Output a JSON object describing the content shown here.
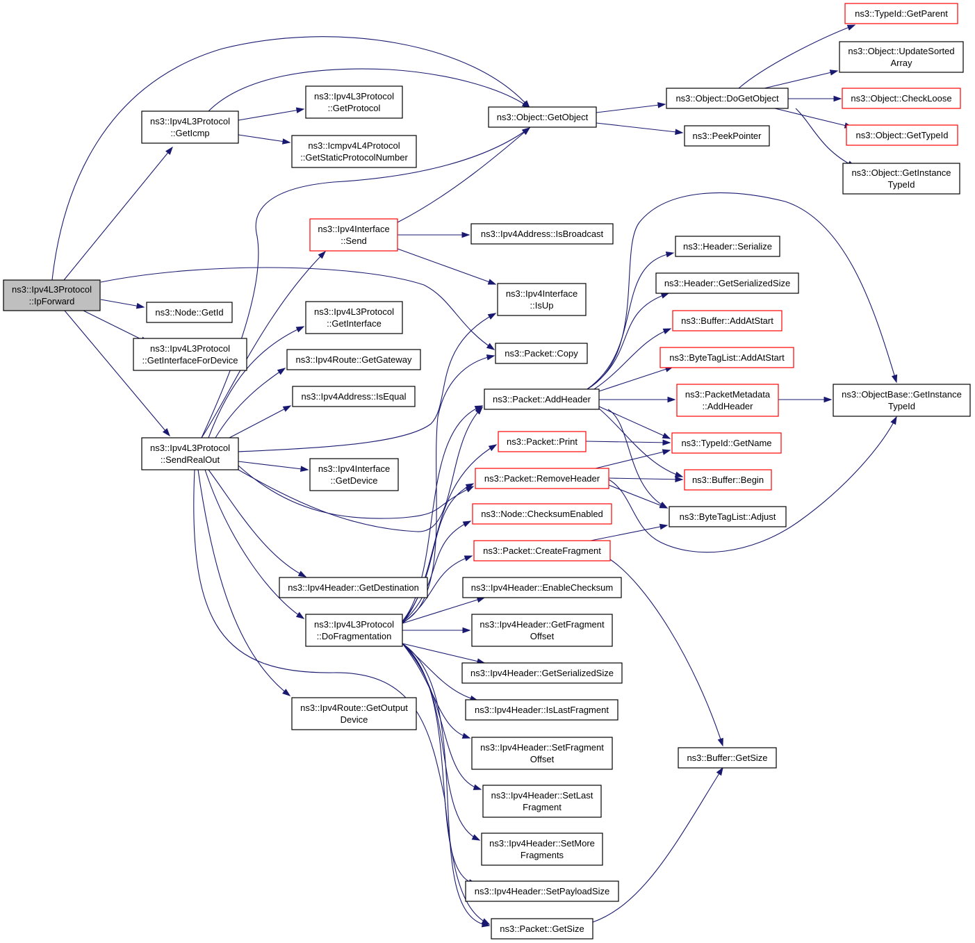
{
  "colors": {
    "edge": "#191970",
    "normal_border": "#000000",
    "truncated_border": "#ff0000",
    "focus_fill": "#bfbfbf",
    "node_fill": "#ffffff"
  },
  "nodes": [
    {
      "id": "ipforward",
      "lines": [
        "ns3::Ipv4L3Protocol",
        "::IpForward"
      ],
      "style": "focus"
    },
    {
      "id": "geticmp",
      "lines": [
        "ns3::Ipv4L3Protocol",
        "::GetIcmp"
      ],
      "style": "normal"
    },
    {
      "id": "getprotocol",
      "lines": [
        "ns3::Ipv4L3Protocol",
        "::GetProtocol"
      ],
      "style": "normal"
    },
    {
      "id": "icmpstatic",
      "lines": [
        "ns3::Icmpv4L4Protocol",
        "::GetStaticProtocolNumber"
      ],
      "style": "normal"
    },
    {
      "id": "getobject",
      "lines": [
        "ns3::Object::GetObject"
      ],
      "style": "normal"
    },
    {
      "id": "dogetobject",
      "lines": [
        "ns3::Object::DoGetObject"
      ],
      "style": "normal"
    },
    {
      "id": "getparent",
      "lines": [
        "ns3::TypeId::GetParent"
      ],
      "style": "truncated"
    },
    {
      "id": "updatesorted",
      "lines": [
        "ns3::Object::UpdateSorted",
        "Array"
      ],
      "style": "normal"
    },
    {
      "id": "checkloose",
      "lines": [
        "ns3::Object::CheckLoose"
      ],
      "style": "truncated"
    },
    {
      "id": "gettypeid",
      "lines": [
        "ns3::Object::GetTypeId"
      ],
      "style": "truncated"
    },
    {
      "id": "getinstancetypeid",
      "lines": [
        "ns3::Object::GetInstance",
        "TypeId"
      ],
      "style": "normal"
    },
    {
      "id": "peekpointer",
      "lines": [
        "ns3::PeekPointer"
      ],
      "style": "normal"
    },
    {
      "id": "ifsend",
      "lines": [
        "ns3::Ipv4Interface",
        "::Send"
      ],
      "style": "truncated"
    },
    {
      "id": "isbroadcast",
      "lines": [
        "ns3::Ipv4Address::IsBroadcast"
      ],
      "style": "normal"
    },
    {
      "id": "isup",
      "lines": [
        "ns3::Ipv4Interface",
        "::IsUp"
      ],
      "style": "normal"
    },
    {
      "id": "nodegetid",
      "lines": [
        "ns3::Node::GetId"
      ],
      "style": "normal"
    },
    {
      "id": "getinterface",
      "lines": [
        "ns3::Ipv4L3Protocol",
        "::GetInterface"
      ],
      "style": "normal"
    },
    {
      "id": "getifdevice",
      "lines": [
        "ns3::Ipv4L3Protocol",
        "::GetInterfaceForDevice"
      ],
      "style": "normal"
    },
    {
      "id": "getgateway",
      "lines": [
        "ns3::Ipv4Route::GetGateway"
      ],
      "style": "normal"
    },
    {
      "id": "isequal",
      "lines": [
        "ns3::Ipv4Address::IsEqual"
      ],
      "style": "normal"
    },
    {
      "id": "sendrealout",
      "lines": [
        "ns3::Ipv4L3Protocol",
        "::SendRealOut"
      ],
      "style": "normal"
    },
    {
      "id": "ifgetdevice",
      "lines": [
        "ns3::Ipv4Interface",
        "::GetDevice"
      ],
      "style": "normal"
    },
    {
      "id": "getdestination",
      "lines": [
        "ns3::Ipv4Header::GetDestination"
      ],
      "style": "normal"
    },
    {
      "id": "dofrag",
      "lines": [
        "ns3::Ipv4L3Protocol",
        "::DoFragmentation"
      ],
      "style": "normal"
    },
    {
      "id": "getoutputdevice",
      "lines": [
        "ns3::Ipv4Route::GetOutput",
        "Device"
      ],
      "style": "normal"
    },
    {
      "id": "packetcopy",
      "lines": [
        "ns3::Packet::Copy"
      ],
      "style": "normal"
    },
    {
      "id": "addheader",
      "lines": [
        "ns3::Packet::AddHeader"
      ],
      "style": "normal"
    },
    {
      "id": "print",
      "lines": [
        "ns3::Packet::Print"
      ],
      "style": "truncated"
    },
    {
      "id": "removeheader",
      "lines": [
        "ns3::Packet::RemoveHeader"
      ],
      "style": "truncated"
    },
    {
      "id": "checksumenabled",
      "lines": [
        "ns3::Node::ChecksumEnabled"
      ],
      "style": "truncated"
    },
    {
      "id": "createfragment",
      "lines": [
        "ns3::Packet::CreateFragment"
      ],
      "style": "truncated"
    },
    {
      "id": "enablechecksum",
      "lines": [
        "ns3::Ipv4Header::EnableChecksum"
      ],
      "style": "normal"
    },
    {
      "id": "getfragoffset",
      "lines": [
        "ns3::Ipv4Header::GetFragment",
        "Offset"
      ],
      "style": "normal"
    },
    {
      "id": "getserialized4",
      "lines": [
        "ns3::Ipv4Header::GetSerializedSize"
      ],
      "style": "normal"
    },
    {
      "id": "islastfrag",
      "lines": [
        "ns3::Ipv4Header::IsLastFragment"
      ],
      "style": "normal"
    },
    {
      "id": "setfragoffset",
      "lines": [
        "ns3::Ipv4Header::SetFragment",
        "Offset"
      ],
      "style": "normal"
    },
    {
      "id": "setlastfrag",
      "lines": [
        "ns3::Ipv4Header::SetLast",
        "Fragment"
      ],
      "style": "normal"
    },
    {
      "id": "setmorefrag",
      "lines": [
        "ns3::Ipv4Header::SetMore",
        "Fragments"
      ],
      "style": "normal"
    },
    {
      "id": "setpayload",
      "lines": [
        "ns3::Ipv4Header::SetPayloadSize"
      ],
      "style": "normal"
    },
    {
      "id": "packetgetsize",
      "lines": [
        "ns3::Packet::GetSize"
      ],
      "style": "normal"
    },
    {
      "id": "hserialize",
      "lines": [
        "ns3::Header::Serialize"
      ],
      "style": "normal"
    },
    {
      "id": "hgetserialized",
      "lines": [
        "ns3::Header::GetSerializedSize"
      ],
      "style": "normal"
    },
    {
      "id": "addatstart",
      "lines": [
        "ns3::Buffer::AddAtStart"
      ],
      "style": "truncated"
    },
    {
      "id": "btladdatstart",
      "lines": [
        "ns3::ByteTagList::AddAtStart"
      ],
      "style": "truncated"
    },
    {
      "id": "pmaddheader",
      "lines": [
        "ns3::PacketMetadata",
        "::AddHeader"
      ],
      "style": "truncated"
    },
    {
      "id": "typeidgetname",
      "lines": [
        "ns3::TypeId::GetName"
      ],
      "style": "truncated"
    },
    {
      "id": "bufferbegin",
      "lines": [
        "ns3::Buffer::Begin"
      ],
      "style": "truncated"
    },
    {
      "id": "btladjust",
      "lines": [
        "ns3::ByteTagList::Adjust"
      ],
      "style": "normal"
    },
    {
      "id": "objbasegetinst",
      "lines": [
        "ns3::ObjectBase::GetInstance",
        "TypeId"
      ],
      "style": "normal"
    },
    {
      "id": "buffergetsize",
      "lines": [
        "ns3::Buffer::GetSize"
      ],
      "style": "normal"
    }
  ],
  "edges": [
    [
      "ipforward",
      "geticmp"
    ],
    [
      "ipforward",
      "getobject"
    ],
    [
      "ipforward",
      "packetcopy"
    ],
    [
      "ipforward",
      "nodegetid"
    ],
    [
      "ipforward",
      "getifdevice"
    ],
    [
      "ipforward",
      "sendrealout"
    ],
    [
      "geticmp",
      "getobject"
    ],
    [
      "geticmp",
      "getprotocol"
    ],
    [
      "geticmp",
      "icmpstatic"
    ],
    [
      "getobject",
      "dogetobject"
    ],
    [
      "getobject",
      "peekpointer"
    ],
    [
      "dogetobject",
      "getparent"
    ],
    [
      "dogetobject",
      "updatesorted"
    ],
    [
      "dogetobject",
      "checkloose"
    ],
    [
      "dogetobject",
      "gettypeid"
    ],
    [
      "dogetobject",
      "getinstancetypeid"
    ],
    [
      "ifsend",
      "getobject"
    ],
    [
      "ifsend",
      "isbroadcast"
    ],
    [
      "ifsend",
      "isup"
    ],
    [
      "sendrealout",
      "getobject"
    ],
    [
      "sendrealout",
      "ifsend"
    ],
    [
      "sendrealout",
      "getinterface"
    ],
    [
      "sendrealout",
      "getgateway"
    ],
    [
      "sendrealout",
      "isequal"
    ],
    [
      "sendrealout",
      "isup"
    ],
    [
      "sendrealout",
      "ifgetdevice"
    ],
    [
      "sendrealout",
      "addheader"
    ],
    [
      "sendrealout",
      "removeheader"
    ],
    [
      "sendrealout",
      "getdestination"
    ],
    [
      "sendrealout",
      "dofrag"
    ],
    [
      "sendrealout",
      "getoutputdevice"
    ],
    [
      "sendrealout",
      "packetgetsize"
    ],
    [
      "dofrag",
      "packetcopy"
    ],
    [
      "dofrag",
      "addheader"
    ],
    [
      "dofrag",
      "print"
    ],
    [
      "dofrag",
      "removeheader"
    ],
    [
      "dofrag",
      "checksumenabled"
    ],
    [
      "dofrag",
      "createfragment"
    ],
    [
      "dofrag",
      "enablechecksum"
    ],
    [
      "dofrag",
      "getfragoffset"
    ],
    [
      "dofrag",
      "getserialized4"
    ],
    [
      "dofrag",
      "islastfrag"
    ],
    [
      "dofrag",
      "setfragoffset"
    ],
    [
      "dofrag",
      "setlastfrag"
    ],
    [
      "dofrag",
      "setmorefrag"
    ],
    [
      "dofrag",
      "setpayload"
    ],
    [
      "dofrag",
      "packetgetsize"
    ],
    [
      "addheader",
      "hserialize"
    ],
    [
      "addheader",
      "hgetserialized"
    ],
    [
      "addheader",
      "addatstart"
    ],
    [
      "addheader",
      "btladdatstart"
    ],
    [
      "addheader",
      "pmaddheader"
    ],
    [
      "addheader",
      "typeidgetname"
    ],
    [
      "addheader",
      "bufferbegin"
    ],
    [
      "addheader",
      "btladjust"
    ],
    [
      "addheader",
      "objbasegetinst"
    ],
    [
      "print",
      "typeidgetname"
    ],
    [
      "removeheader",
      "typeidgetname"
    ],
    [
      "removeheader",
      "bufferbegin"
    ],
    [
      "removeheader",
      "btladjust"
    ],
    [
      "removeheader",
      "objbasegetinst"
    ],
    [
      "createfragment",
      "btladjust"
    ],
    [
      "createfragment",
      "buffergetsize"
    ],
    [
      "pmaddheader",
      "objbasegetinst"
    ],
    [
      "packetgetsize",
      "buffergetsize"
    ]
  ]
}
